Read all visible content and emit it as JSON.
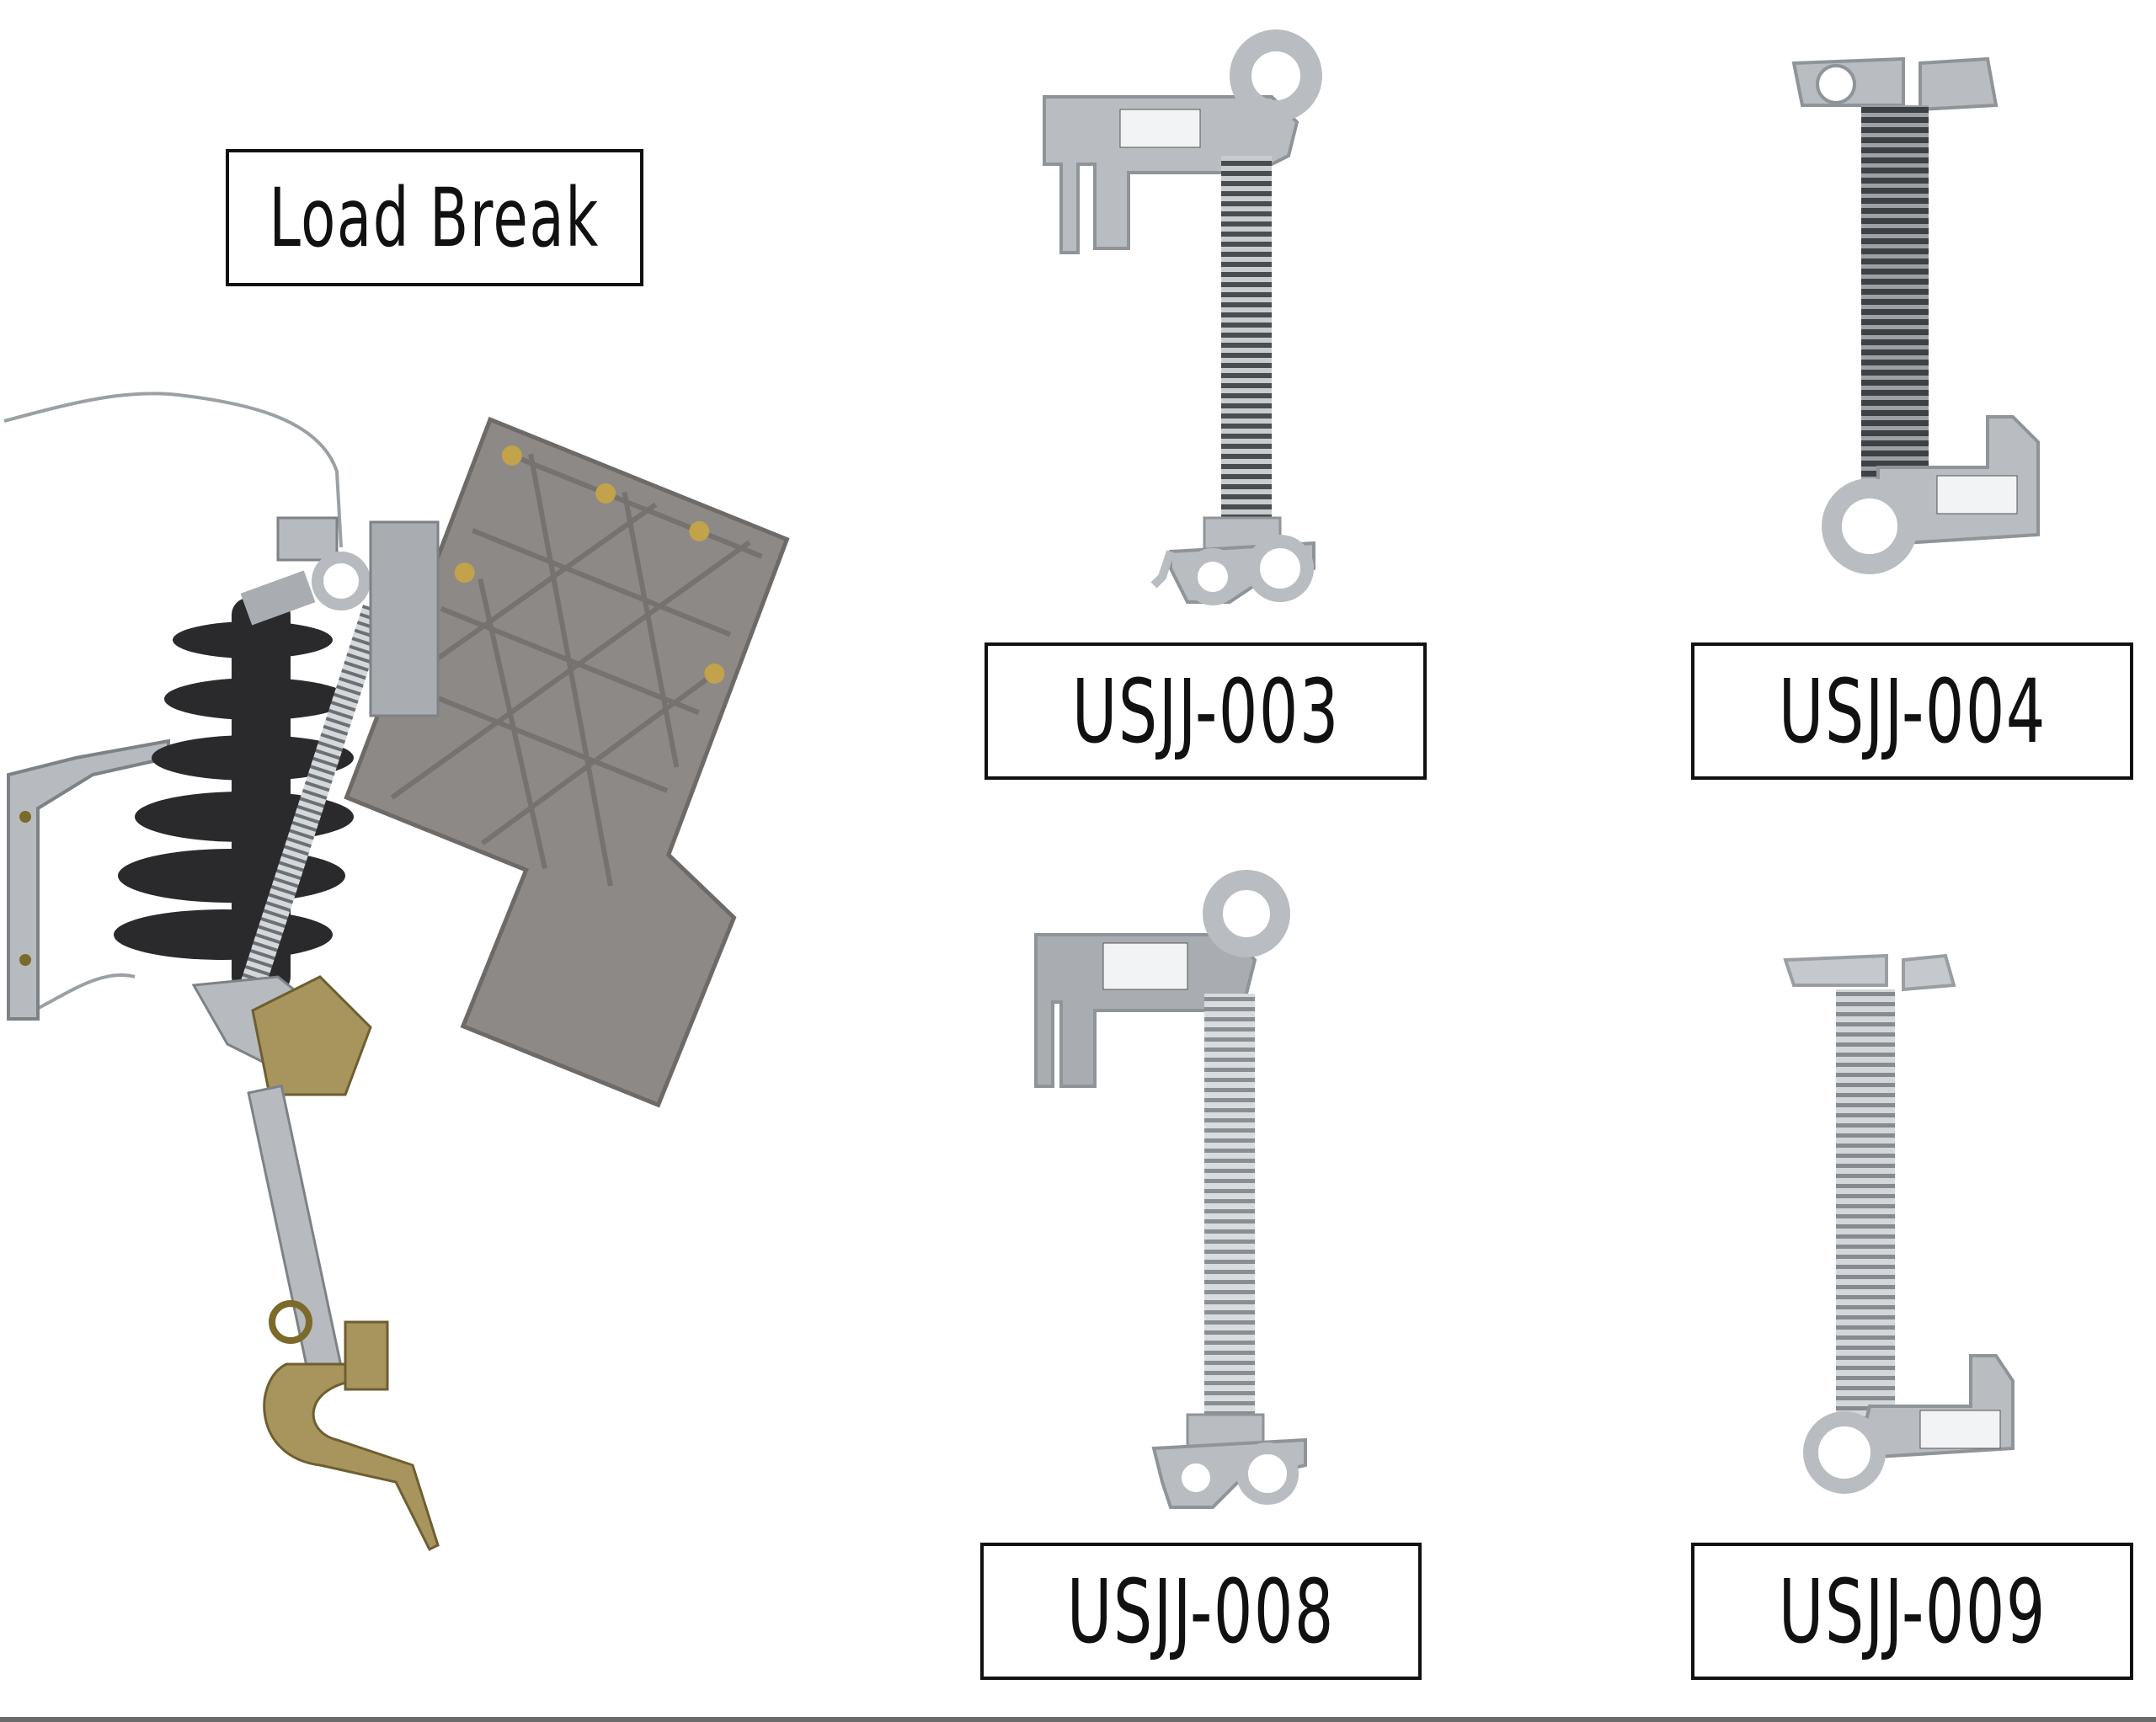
{
  "labels": {
    "main": "Load Break",
    "item_a": "USJJ-003",
    "item_b": "USJJ-004",
    "item_c": "USJJ-008",
    "item_d": "USJJ-009"
  },
  "colors": {
    "aluminum": "#b9bdc1",
    "aluminum_dark": "#8f9499",
    "spring_dark": "#4a4d50",
    "spring_light": "#c9cccf",
    "insulator": "#2a2a2c",
    "grey_housing": "#8c8986",
    "brass": "#a8955e"
  }
}
